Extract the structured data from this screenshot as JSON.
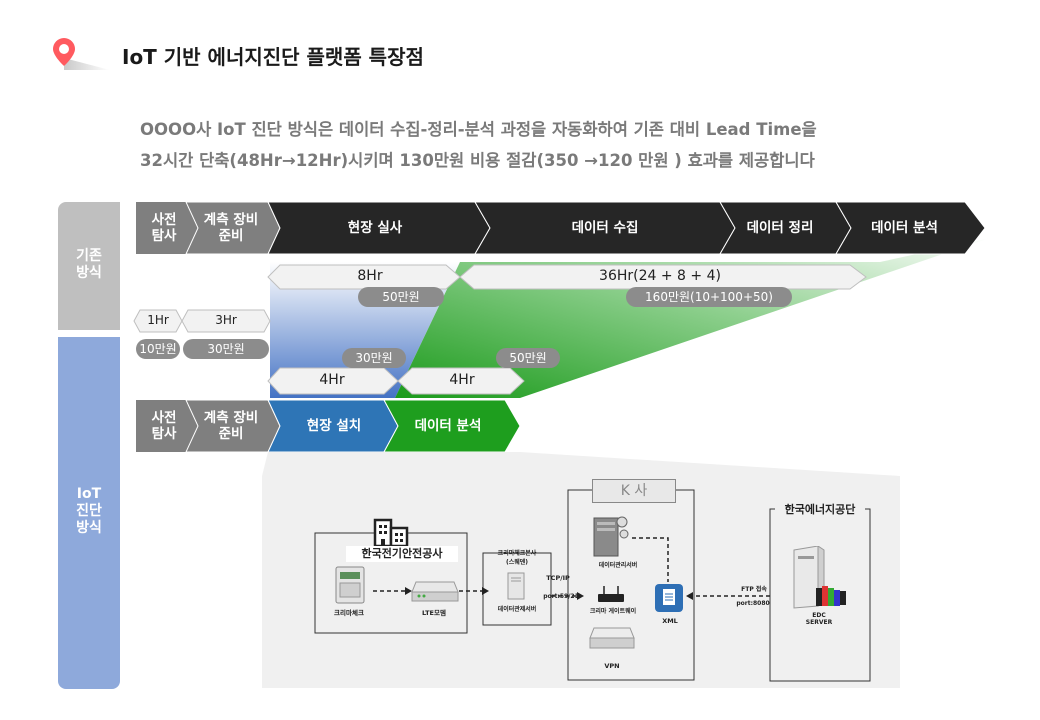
{
  "header": {
    "title": "IoT 기반 에너지진단 플랫폼 특장점",
    "summary_line1": "OOOO사 IoT 진단 방식은 데이터 수집-정리-분석 과정을 자동화하여 기존 대비 Lead Time을",
    "summary_line2": "32시간 단축(48Hr→12Hr)시키며 130만원 비용 절감(350 →120 만원 ) 효과를 제공합니다"
  },
  "sidebar": {
    "existing": "기존\n방식",
    "iot": "IoT\n진단\n방식"
  },
  "existing_process": {
    "steps": [
      "사전\n탐사",
      "계측 장비\n준비",
      "현장 실사",
      "데이터 수집",
      "데이터 정리",
      "데이터 분석"
    ],
    "pre_time": "1Hr",
    "prep_time": "3Hr",
    "pre_cost": "10만원",
    "prep_cost": "30만원",
    "field_time": "8Hr",
    "field_cost": "50만원",
    "data_time": "36Hr(24 + 8 + 4)",
    "data_cost": "160만원(10+100+50)"
  },
  "iot_process": {
    "steps": [
      "사전\n탐사",
      "계측 장비\n준비",
      "현장 설치",
      "데이터 분석"
    ],
    "install_time": "4Hr",
    "install_cost": "30만원",
    "analysis_time": "4Hr",
    "analysis_cost": "50만원"
  },
  "architecture": {
    "kesco": {
      "title": "한국전기안전공사",
      "meter": "크리마체크",
      "modem": "LTE모뎀"
    },
    "collect_server": {
      "top_label": "크리마체크본사\n(스웨덴)",
      "label": "데이터관제서버"
    },
    "protocol": "TCP/IP",
    "port": "port:59/21",
    "k_company": {
      "title": "K 사",
      "data_server": "데이터관리서버",
      "gateway": "크리마 게이트웨이",
      "vpn": "VPN",
      "xml": "XML"
    },
    "ftp": "FTP 접속",
    "ftp_port": "port:8080",
    "kea": {
      "title": "한국에너지공단",
      "server": "EDC\nSERVER"
    }
  }
}
